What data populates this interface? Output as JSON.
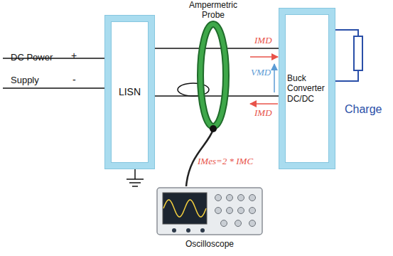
{
  "diagram": {
    "nodes": [
      {
        "text": [
          "LISN"
        ]
      },
      {
        "text": [
          "Buck Converter DC/DC"
        ]
      },
      {
        "text": [
          "Charge"
        ]
      },
      {
        "text": [
          "Oscilloscope"
        ]
      }
    ],
    "edges": [
      {
        "from": 0,
        "to": 1,
        "arrow": "none"
      },
      {
        "from": 0,
        "to": 1,
        "arrow": "none"
      },
      {
        "from": 1,
        "to": 2,
        "arrow": "none"
      }
    ],
    "labels": [
      "DC Power",
      "+",
      "Supply",
      "-",
      "Ampermetric Probe",
      "IMD",
      "VMD",
      "IMD",
      "IMes=2 * IMC"
    ]
  }
}
